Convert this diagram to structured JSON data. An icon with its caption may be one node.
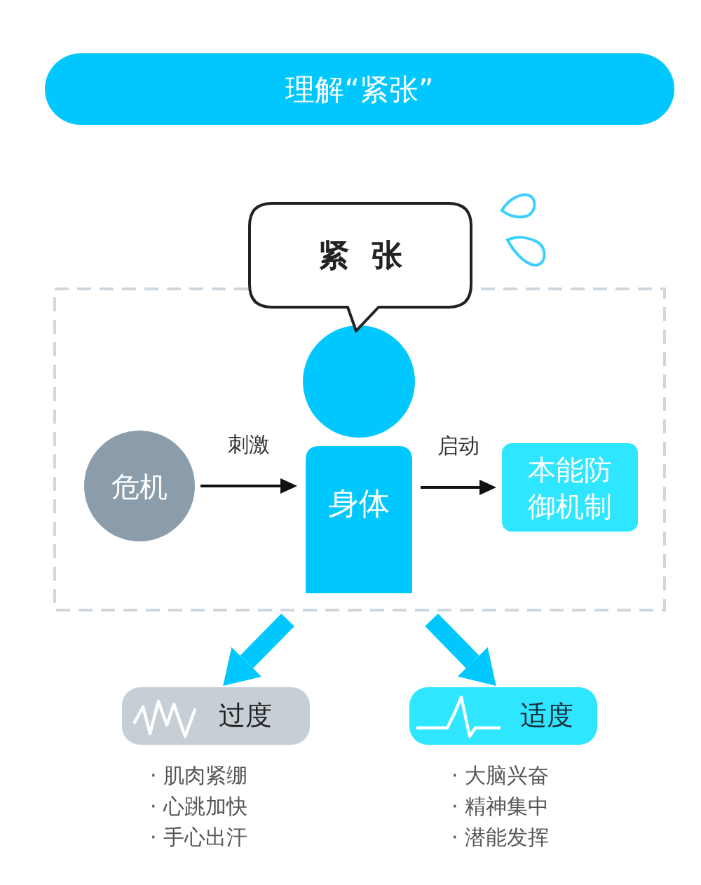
{
  "diagram": {
    "title": "理解“紧张”",
    "nodes": [
      {
        "text": [
          "紧张"
        ]
      },
      {
        "text": [],
        "shape": "box"
      },
      {
        "text": [
          "危机"
        ],
        "in": 1
      },
      {
        "text": [
          "身体"
        ],
        "in": 1
      },
      {
        "text": [
          "本能防御机制"
        ],
        "in": 1
      },
      {
        "text": [
          "过度"
        ],
        "beside": [
          "· 肌肉紧绷",
          "· 心跳加快",
          "· 手心出汗"
        ]
      },
      {
        "text": [
          "适度"
        ],
        "beside": [
          "· 大脑兴奋",
          "· 精神集中",
          "· 潜能发挥"
        ]
      }
    ],
    "edges": [
      {
        "from": 2,
        "to": 3,
        "arrow": "to",
        "label": "刺激"
      },
      {
        "from": 3,
        "to": 4,
        "arrow": "to",
        "label": "启动"
      },
      {
        "from": 1,
        "to": 5,
        "arrow": "to",
        "style": "thick",
        "color": "#00c8ff"
      },
      {
        "from": 1,
        "to": 6,
        "arrow": "to",
        "style": "thick",
        "color": "#00c8ff"
      }
    ]
  }
}
